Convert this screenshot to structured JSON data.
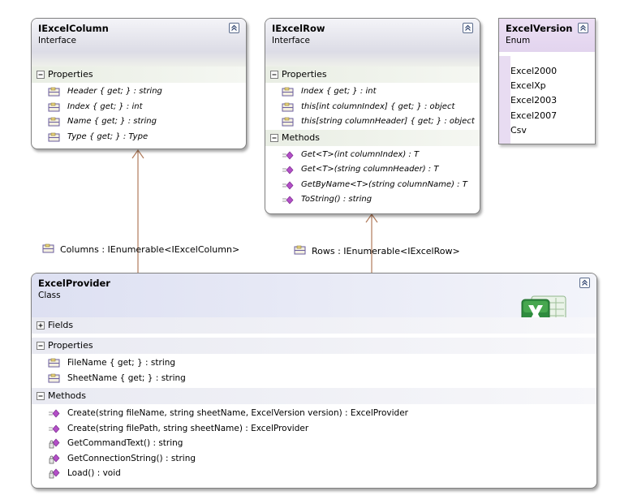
{
  "colors": {
    "border": "#808080",
    "connector": "#b07a5a",
    "method_icon": "#b34fc7",
    "property_icon": "#6a5d9e",
    "excel_green": "#2e8b3e"
  },
  "iexcelcolumn": {
    "name": "IExcelColumn",
    "kind": "Interface",
    "properties_label": "Properties",
    "properties": [
      "Header { get; } : string",
      "Index { get; } : int",
      "Name { get; } : string",
      "Type { get; } : Type"
    ]
  },
  "iexcelrow": {
    "name": "IExcelRow",
    "kind": "Interface",
    "properties_label": "Properties",
    "properties": [
      "Index { get; } : int",
      "this[int columnIndex] { get; } : object",
      "this[string columnHeader] { get; } : object"
    ],
    "methods_label": "Methods",
    "methods": [
      "Get<T>(int columnIndex) : T",
      "Get<T>(string columnHeader) : T",
      "GetByName<T>(string columnName) : T",
      "ToString() : string"
    ]
  },
  "excelversion": {
    "name": "ExcelVersion",
    "kind": "Enum",
    "values": [
      "Excel2000",
      "ExcelXp",
      "Excel2003",
      "Excel2007",
      "Csv"
    ]
  },
  "excelprovider": {
    "name": "ExcelProvider",
    "kind": "Class",
    "fields_label": "Fields",
    "properties_label": "Properties",
    "properties": [
      "FileName { get; } : string",
      "SheetName { get; } : string"
    ],
    "methods_label": "Methods",
    "methods": [
      "Create(string fileName, string sheetName, ExcelVersion version) : ExcelProvider",
      "Create(string filePath, string sheetName) : ExcelProvider",
      "GetCommandText() : string",
      "GetConnectionString() : string",
      "Load() : void"
    ]
  },
  "associations": {
    "columns": "Columns : IEnumerable<IExcelColumn>",
    "rows": "Rows : IEnumerable<IExcelRow>"
  }
}
